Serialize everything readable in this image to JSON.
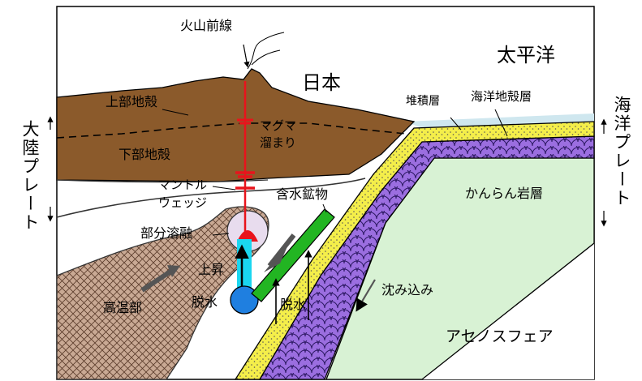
{
  "labels": {
    "volcanic_front": "火山前線",
    "japan": "日本",
    "pacific": "太平洋",
    "upper_crust": "上部地殻",
    "lower_crust": "下部地殻",
    "magma_pool": [
      "マグマ",
      "溜まり"
    ],
    "mantle_wedge": [
      "マントル",
      "ウェッジ"
    ],
    "partial_melting": "部分溶融",
    "hydrous_minerals": "含水鉱物",
    "ascent": "上昇",
    "dehydration_left": "脱水",
    "dehydration_right": "脱水",
    "high_temp_zone": "高温部",
    "sediment_layer": "堆積層",
    "oceanic_crust": "海洋地殻層",
    "granite_layer": "かんらん岩層",
    "subduction": "沈み込み",
    "asthenosphere": "アセノスフェア",
    "continental_plate": "大陸プレート",
    "oceanic_plate": "海洋プレート"
  },
  "colors": {
    "crust": "#8b5a2b",
    "ocean": "#cfe7ef",
    "sediment": "#f4ee4a",
    "oceanic_crust": "#9b6ee0",
    "peridotite": "#d8f2d4",
    "hot_zone": "#c9a994",
    "magma_line": "#e8141c",
    "hydrous": "#22b522",
    "fluid": "#1ad6f0",
    "water_ball": "#1f7fe0"
  }
}
